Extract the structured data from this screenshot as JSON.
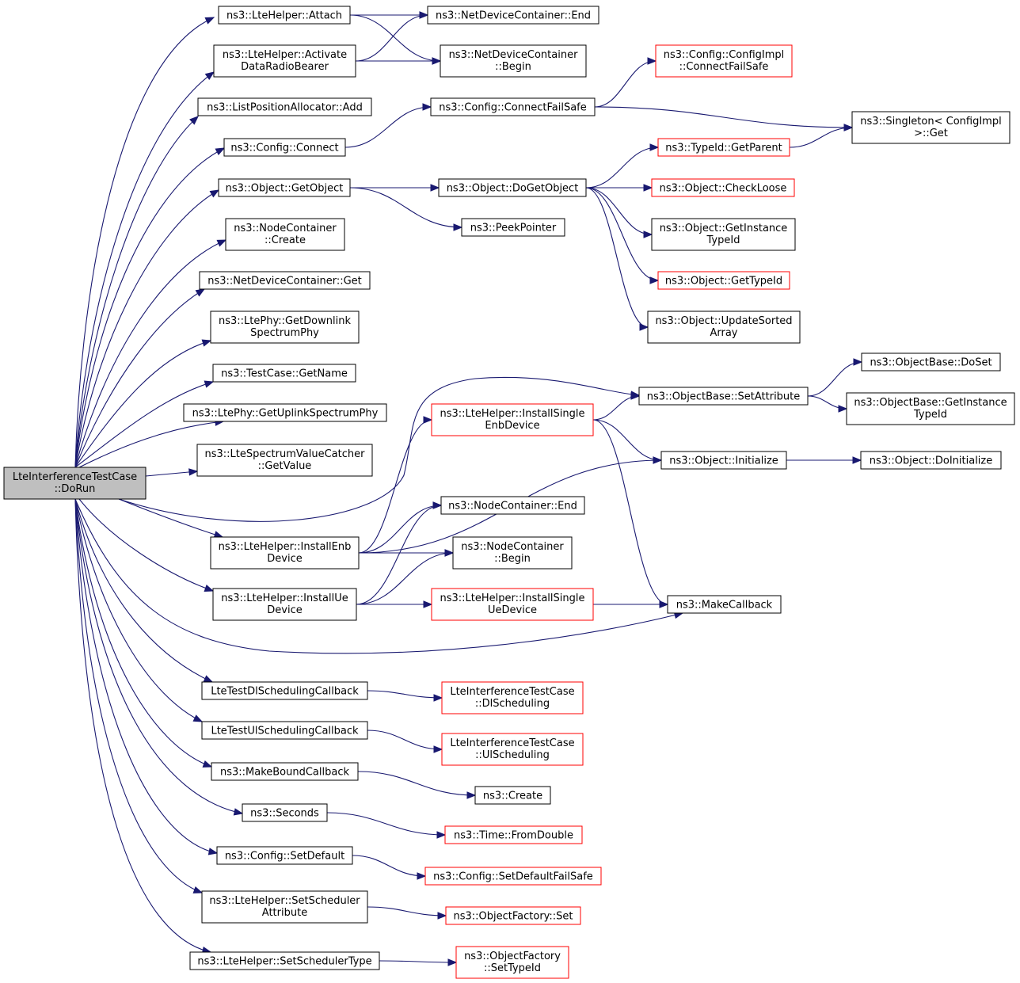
{
  "colors": {
    "edge": "#191970",
    "node_border": "#000000",
    "external_border": "#ff0000",
    "root_fill": "#bfbfbf"
  },
  "nodes": {
    "root": {
      "lines": [
        "LteInterferenceTestCase",
        "::DoRun"
      ],
      "style": "root"
    },
    "attach": {
      "lines": [
        "ns3::LteHelper::Attach"
      ]
    },
    "activate": {
      "lines": [
        "ns3::LteHelper::Activate",
        "DataRadioBearer"
      ]
    },
    "listpos_add": {
      "lines": [
        "ns3::ListPositionAllocator::Add"
      ]
    },
    "config_connect": {
      "lines": [
        "ns3::Config::Connect"
      ]
    },
    "getobject": {
      "lines": [
        "ns3::Object::GetObject"
      ]
    },
    "nc_create": {
      "lines": [
        "ns3::NodeContainer",
        "::Create"
      ]
    },
    "ndc_get": {
      "lines": [
        "ns3::NetDeviceContainer::Get"
      ]
    },
    "getdl": {
      "lines": [
        "ns3::LtePhy::GetDownlink",
        "SpectrumPhy"
      ]
    },
    "getname": {
      "lines": [
        "ns3::TestCase::GetName"
      ]
    },
    "getul": {
      "lines": [
        "ns3::LtePhy::GetUplinkSpectrumPhy"
      ]
    },
    "getvalue": {
      "lines": [
        "ns3::LteSpectrumValueCatcher",
        "::GetValue"
      ]
    },
    "installenb": {
      "lines": [
        "ns3::LteHelper::InstallEnb",
        "Device"
      ]
    },
    "installue": {
      "lines": [
        "ns3::LteHelper::InstallUe",
        "Device"
      ]
    },
    "dlcb": {
      "lines": [
        "LteTestDlSchedulingCallback"
      ]
    },
    "ulcb": {
      "lines": [
        "LteTestUlSchedulingCallback"
      ]
    },
    "makebound": {
      "lines": [
        "ns3::MakeBoundCallback"
      ]
    },
    "seconds": {
      "lines": [
        "ns3::Seconds"
      ]
    },
    "setdefault": {
      "lines": [
        "ns3::Config::SetDefault"
      ]
    },
    "setschedattr": {
      "lines": [
        "ns3::LteHelper::SetScheduler",
        "Attribute"
      ]
    },
    "setschedtype": {
      "lines": [
        "ns3::LteHelper::SetSchedulerType"
      ]
    },
    "ndc_end": {
      "lines": [
        "ns3::NetDeviceContainer::End"
      ]
    },
    "ndc_begin": {
      "lines": [
        "ns3::NetDeviceContainer",
        "::Begin"
      ]
    },
    "cfg_connectfs": {
      "lines": [
        "ns3::Config::ConnectFailSafe"
      ]
    },
    "dogetobject": {
      "lines": [
        "ns3::Object::DoGetObject"
      ]
    },
    "peekpointer": {
      "lines": [
        "ns3::PeekPointer"
      ]
    },
    "setattribute": {
      "lines": [
        "ns3::ObjectBase::SetAttribute"
      ]
    },
    "installsingleenb": {
      "lines": [
        "ns3::LteHelper::InstallSingle",
        "EnbDevice"
      ],
      "style": "red"
    },
    "initialize": {
      "lines": [
        "ns3::Object::Initialize"
      ]
    },
    "nc_end": {
      "lines": [
        "ns3::NodeContainer::End"
      ]
    },
    "nc_begin": {
      "lines": [
        "ns3::NodeContainer",
        "::Begin"
      ]
    },
    "installsingleue": {
      "lines": [
        "ns3::LteHelper::InstallSingle",
        "UeDevice"
      ],
      "style": "red"
    },
    "makecallback": {
      "lines": [
        "ns3::MakeCallback"
      ]
    },
    "dlsched": {
      "lines": [
        "LteInterferenceTestCase",
        "::DlScheduling"
      ],
      "style": "red"
    },
    "ulsched": {
      "lines": [
        "LteInterferenceTestCase",
        "::UlScheduling"
      ],
      "style": "red"
    },
    "create": {
      "lines": [
        "ns3::Create"
      ]
    },
    "fromdouble": {
      "lines": [
        "ns3::Time::FromDouble"
      ],
      "style": "red"
    },
    "setdefaultfs": {
      "lines": [
        "ns3::Config::SetDefaultFailSafe"
      ],
      "style": "red"
    },
    "objfactory_set": {
      "lines": [
        "ns3::ObjectFactory::Set"
      ],
      "style": "red"
    },
    "objfactory_settype": {
      "lines": [
        "ns3::ObjectFactory",
        "::SetTypeId"
      ],
      "style": "red"
    },
    "configimpl_cfs": {
      "lines": [
        "ns3::Config::ConfigImpl",
        "::ConnectFailSafe"
      ],
      "style": "red"
    },
    "singleton_get": {
      "lines": [
        "ns3::Singleton< ConfigImpl",
        ">::Get"
      ]
    },
    "getparent": {
      "lines": [
        "ns3::TypeId::GetParent"
      ],
      "style": "red"
    },
    "checkloose": {
      "lines": [
        "ns3::Object::CheckLoose"
      ],
      "style": "red"
    },
    "getinstancetypeid": {
      "lines": [
        "ns3::Object::GetInstance",
        "TypeId"
      ]
    },
    "gettypeid": {
      "lines": [
        "ns3::Object::GetTypeId"
      ],
      "style": "red"
    },
    "updatesorted": {
      "lines": [
        "ns3::Object::UpdateSorted",
        "Array"
      ]
    },
    "doset": {
      "lines": [
        "ns3::ObjectBase::DoSet"
      ]
    },
    "ob_getinstancetypeid": {
      "lines": [
        "ns3::ObjectBase::GetInstance",
        "TypeId"
      ]
    },
    "doinitialize": {
      "lines": [
        "ns3::Object::DoInitialize"
      ]
    }
  },
  "edges": [
    [
      "root",
      "attach"
    ],
    [
      "root",
      "activate"
    ],
    [
      "root",
      "listpos_add"
    ],
    [
      "root",
      "config_connect"
    ],
    [
      "root",
      "getobject"
    ],
    [
      "root",
      "nc_create"
    ],
    [
      "root",
      "ndc_get"
    ],
    [
      "root",
      "getdl"
    ],
    [
      "root",
      "getname"
    ],
    [
      "root",
      "getul"
    ],
    [
      "root",
      "getvalue"
    ],
    [
      "root",
      "installenb"
    ],
    [
      "root",
      "installue"
    ],
    [
      "root",
      "dlcb"
    ],
    [
      "root",
      "ulcb"
    ],
    [
      "root",
      "makebound"
    ],
    [
      "root",
      "seconds"
    ],
    [
      "root",
      "setdefault"
    ],
    [
      "root",
      "setschedattr"
    ],
    [
      "root",
      "setschedtype"
    ],
    [
      "root",
      "setattribute"
    ],
    [
      "root",
      "makecallback"
    ],
    [
      "attach",
      "ndc_end"
    ],
    [
      "attach",
      "ndc_begin"
    ],
    [
      "activate",
      "ndc_end"
    ],
    [
      "activate",
      "ndc_begin"
    ],
    [
      "config_connect",
      "cfg_connectfs"
    ],
    [
      "cfg_connectfs",
      "configimpl_cfs"
    ],
    [
      "cfg_connectfs",
      "singleton_get"
    ],
    [
      "getobject",
      "dogetobject"
    ],
    [
      "getobject",
      "peekpointer"
    ],
    [
      "dogetobject",
      "getparent"
    ],
    [
      "dogetobject",
      "checkloose"
    ],
    [
      "dogetobject",
      "getinstancetypeid"
    ],
    [
      "dogetobject",
      "gettypeid"
    ],
    [
      "dogetobject",
      "updatesorted"
    ],
    [
      "getparent",
      "singleton_get"
    ],
    [
      "installenb",
      "installsingleenb"
    ],
    [
      "installenb",
      "initialize"
    ],
    [
      "installenb",
      "nc_end"
    ],
    [
      "installenb",
      "nc_begin"
    ],
    [
      "installue",
      "nc_end"
    ],
    [
      "installue",
      "nc_begin"
    ],
    [
      "installue",
      "installsingleue"
    ],
    [
      "installsingleenb",
      "setattribute"
    ],
    [
      "installsingleenb",
      "initialize"
    ],
    [
      "installsingleenb",
      "makecallback"
    ],
    [
      "installsingleue",
      "makecallback"
    ],
    [
      "setattribute",
      "doset"
    ],
    [
      "setattribute",
      "ob_getinstancetypeid"
    ],
    [
      "initialize",
      "doinitialize"
    ],
    [
      "dlcb",
      "dlsched"
    ],
    [
      "ulcb",
      "ulsched"
    ],
    [
      "makebound",
      "create"
    ],
    [
      "seconds",
      "fromdouble"
    ],
    [
      "setdefault",
      "setdefaultfs"
    ],
    [
      "setschedattr",
      "objfactory_set"
    ],
    [
      "setschedtype",
      "objfactory_settype"
    ]
  ]
}
